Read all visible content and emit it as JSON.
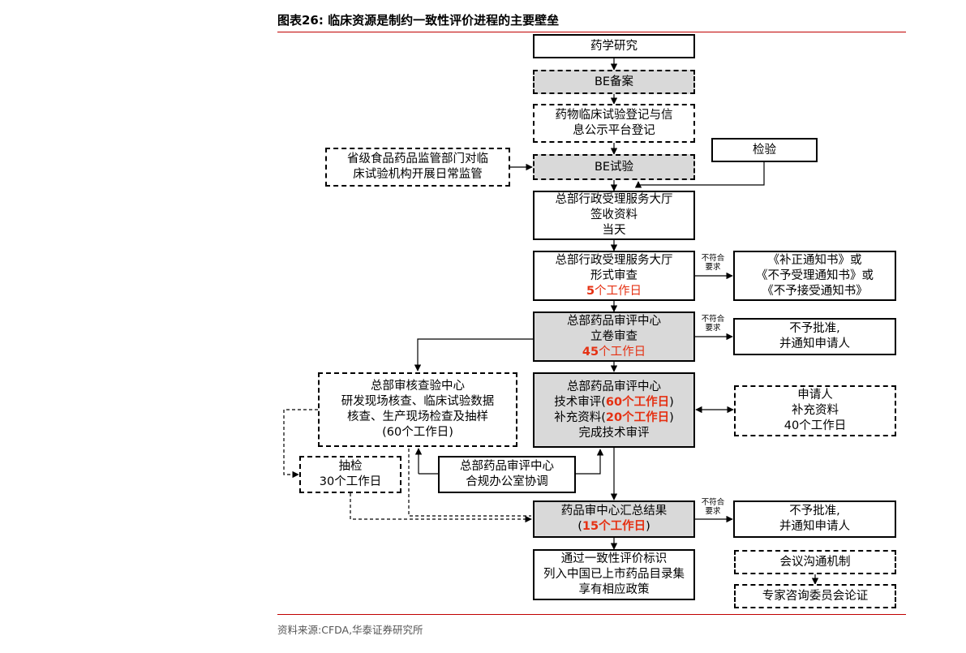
{
  "header": {
    "title": "图表26:   临床资源是制约一致性评价进程的主要壁垒"
  },
  "footer": {
    "source": "资料来源:CFDA,华泰证券研究所"
  },
  "nodes": {
    "drug_research": {
      "text": "药学研究"
    },
    "be_filing": {
      "text": "BE备案"
    },
    "trial_registration": {
      "line1": "药物临床试验登记与信",
      "line2": "息公示平台登记"
    },
    "inspection_top": {
      "text": "检验"
    },
    "provincial_supervision": {
      "line1": "省级食品药品监管部门对临",
      "line2": "床试验机构开展日常监管"
    },
    "be_trial": {
      "text": "BE试验"
    },
    "receipt": {
      "line1": "总部行政受理服务大厅",
      "line2": "签收资料",
      "line3": "当天"
    },
    "formal_review": {
      "line1": "总部行政受理服务大厅",
      "line2": "形式审查",
      "days": "5",
      "unit": "个工作日"
    },
    "formal_result": {
      "line1": "《补正通知书》或",
      "line2": "《不予受理通知书》或",
      "line3": "《不予接受通知书》"
    },
    "filing_review": {
      "line1": "总部药品审评中心",
      "line2": "立卷审查",
      "days": "45",
      "unit": "个工作日"
    },
    "reject_1": {
      "line1": "不予批准,",
      "line2": "并通知申请人"
    },
    "verification_center": {
      "line1": "总部审核查验中心",
      "line2": "研发现场核查、临床试验数据",
      "line3": "核查、生产现场检查及抽样",
      "line4": "(60个工作日)"
    },
    "technical_review": {
      "line1": "总部药品审评中心",
      "tech_prefix": "技术审评(",
      "tech_days": "60个工作日",
      "tech_suffix": ")",
      "supp_prefix": "补充资料(",
      "supp_days": "20个工作日",
      "supp_suffix": ")",
      "line4": "完成技术审评"
    },
    "applicant_supplement": {
      "line1": "申请人",
      "line2": "补充资料",
      "line3": "40个工作日"
    },
    "sampling": {
      "line1": "抽检",
      "line2": "30个工作日"
    },
    "compliance_office": {
      "line1": "总部药品审评中心",
      "line2": "合规办公室协调"
    },
    "summary": {
      "line1": "药品审中心汇总结果",
      "prefix": "(",
      "days": "15个工作日",
      "suffix": ")"
    },
    "reject_2": {
      "line1": "不予批准,",
      "line2": "并通知申请人"
    },
    "pass": {
      "line1": "通过一致性评价标识",
      "line2": "列入中国已上市药品目录集",
      "line3": "享有相应政策"
    },
    "meeting": {
      "text": "会议沟通机制"
    },
    "expert": {
      "text": "专家咨询委员会论证"
    }
  },
  "edge_labels": {
    "not_compliant_1": {
      "line1": "不符合",
      "line2": "要求"
    },
    "not_compliant_2": {
      "line1": "不符合",
      "line2": "要求"
    },
    "not_compliant_3": {
      "line1": "不符合",
      "line2": "要求"
    }
  },
  "colors": {
    "accent_red": "#e53012",
    "rule_red": "#c00000",
    "box_gray": "#d9d9d9"
  }
}
